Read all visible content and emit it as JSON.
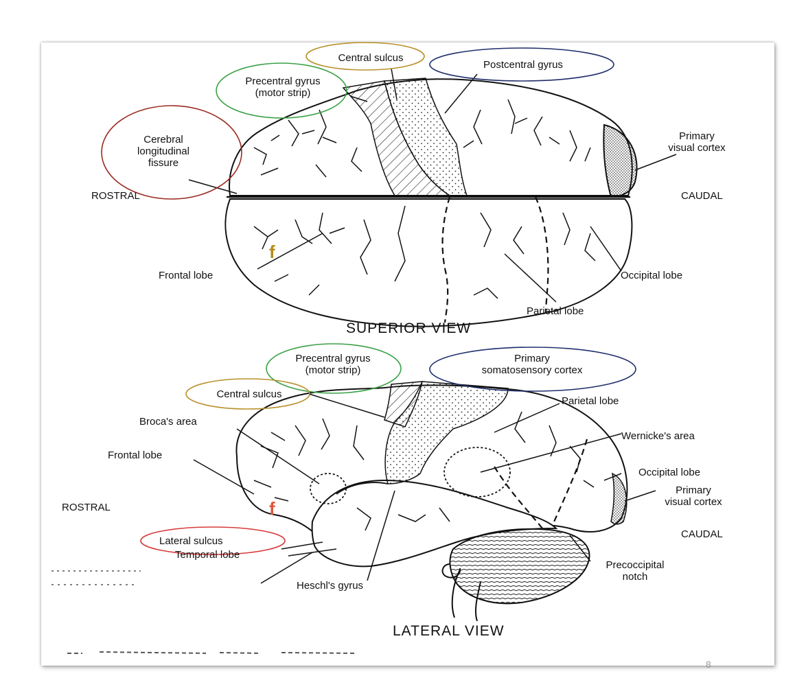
{
  "side_marks": {
    "top": "f",
    "bottom": "f"
  },
  "page_number": "8",
  "superior": {
    "title": "SUPERIOR VIEW",
    "central_sulcus": "Central sulcus",
    "precentral_l1": "Precentral gyrus",
    "precentral_l2": "(motor strip)",
    "postcentral": "Postcentral gyrus",
    "fissure_l1": "Cerebral",
    "fissure_l2": "longitudinal",
    "fissure_l3": "fissure",
    "primary_visual_l1": "Primary",
    "primary_visual_l2": "visual cortex",
    "rostral": "ROSTRAL",
    "caudal": "CAUDAL",
    "frontal": "Frontal lobe",
    "occipital": "Occipital lobe",
    "parietal": "Parietal lobe"
  },
  "lateral": {
    "title": "LATERAL VIEW",
    "precentral_l1": "Precentral gyrus",
    "precentral_l2": "(motor strip)",
    "somato_l1": "Primary",
    "somato_l2": "somatosensory cortex",
    "central_sulcus": "Central sulcus",
    "parietal": "Parietal lobe",
    "broca": "Broca's area",
    "wernicke": "Wernicke's area",
    "frontal": "Frontal lobe",
    "occipital": "Occipital lobe",
    "primary_visual_l1": "Primary",
    "primary_visual_l2": "visual cortex",
    "rostral": "ROSTRAL",
    "caudal": "CAUDAL",
    "lateral_sulcus": "Lateral sulcus",
    "temporal": "Temporal lobe",
    "preoccipital_l1": "Precoccipital",
    "preoccipital_l2": "notch",
    "heschl": "Heschl's gyrus"
  },
  "colors": {
    "gold": "#b8902a",
    "green": "#3aa046",
    "navy": "#1f2d6b",
    "darkred": "#9a2a20",
    "red": "#d83a3a",
    "side_gold": "#b58d1e",
    "side_red": "#e0553a"
  }
}
